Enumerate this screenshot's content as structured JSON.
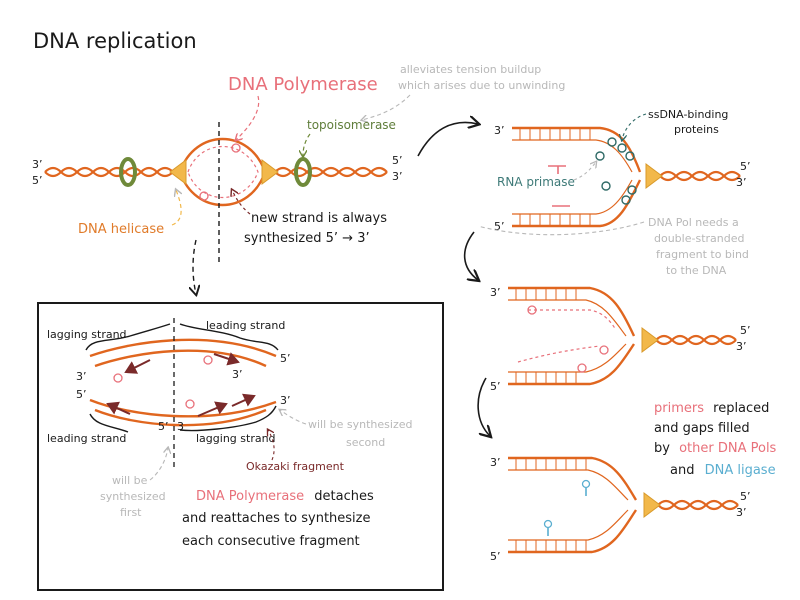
{
  "title": "DNA replication",
  "labels": {
    "dna_polymerase": "DNA Polymerase",
    "topo_note": [
      "alleviates tension buildup",
      "which arises due to unwinding"
    ],
    "topoisomerase": "topoisomerase",
    "dna_helicase": "DNA helicase",
    "new_strand": [
      "new strand is always",
      "synthesized 5’ → 3’"
    ],
    "ssdna_binding": [
      "ssDNA-binding",
      "proteins"
    ],
    "rna_primase": "RNA primase",
    "pol_note": [
      "DNA Pol needs a",
      "double-stranded",
      "fragment to bind",
      "to the DNA"
    ],
    "lagging_strand": "lagging strand",
    "leading_strand": "leading strand",
    "synth_second": [
      "will be synthesized",
      "second"
    ],
    "synth_first": [
      "will be",
      "synthesized",
      "first"
    ],
    "okazaki": "Okazaki fragment",
    "detach_1": "DNA Polymerase",
    "detach_2": "detaches",
    "detach_3": "and reattaches to synthesize",
    "detach_4": "each consecutive fragment",
    "primers_1": "primers",
    "primers_2": "replaced",
    "primers_3": "and gaps filled",
    "primers_4": "by",
    "primers_5": "other DNA Pols",
    "primers_6": "and",
    "primers_7": "DNA ligase"
  },
  "ends": {
    "three_prime": "3’",
    "five_prime": "5’",
    "three": "3",
    "five": "5"
  },
  "colors": {
    "strand": "#e0661f",
    "helicase": "#f2b84a",
    "topo": "#6f8a3a",
    "pink": "#e8707a",
    "gray": "#b8b8b8",
    "ssb": "#2f6a66",
    "maroon": "#7a2a2a"
  }
}
